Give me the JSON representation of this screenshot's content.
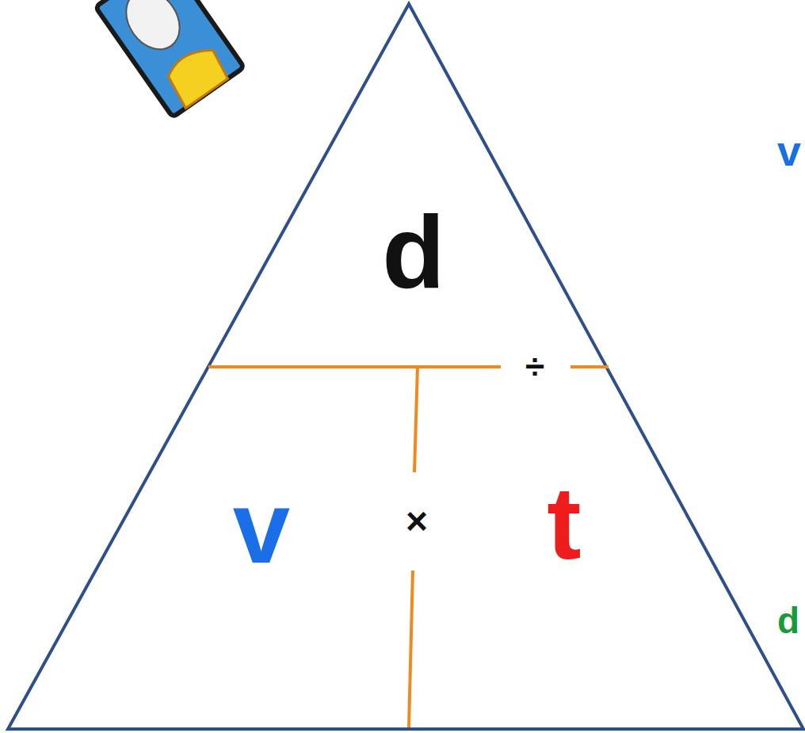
{
  "diagram": {
    "labels": [
      "d",
      "÷",
      "v",
      "×",
      "t",
      "v",
      "d"
    ]
  }
}
